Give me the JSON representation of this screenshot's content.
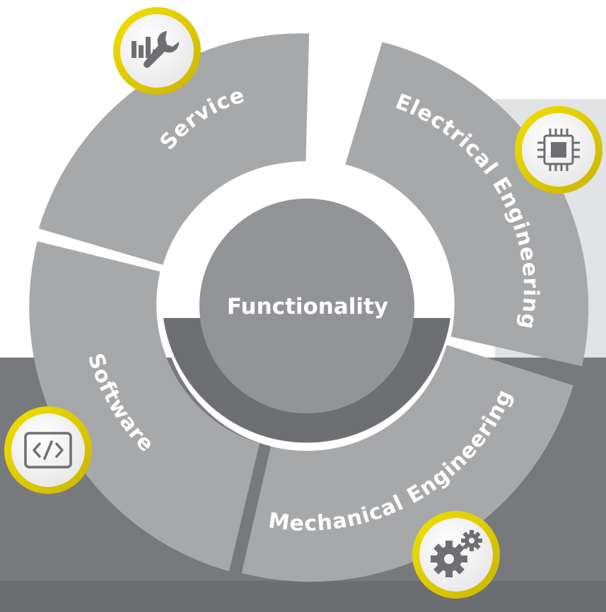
{
  "diagram": {
    "center": {
      "label": "Functionality"
    },
    "segments": [
      {
        "id": "service",
        "label": "Service",
        "icon": "chart-wrench-icon"
      },
      {
        "id": "electrical",
        "label": "Electrical Engineering",
        "icon": "chip-icon"
      },
      {
        "id": "mechanical",
        "label": "Mechanical Engineering",
        "icon": "gears-icon"
      },
      {
        "id": "software",
        "label": "Software",
        "icon": "code-icon"
      }
    ],
    "colors": {
      "segment": "#a7a8aa",
      "background_band": "#78797c",
      "shadow": "#e2e3e5",
      "hub": "#939497",
      "hub_shadow": "#6e6f72",
      "badge_ring": "#e0cc00",
      "badge_icon": "#6e6f72"
    }
  }
}
